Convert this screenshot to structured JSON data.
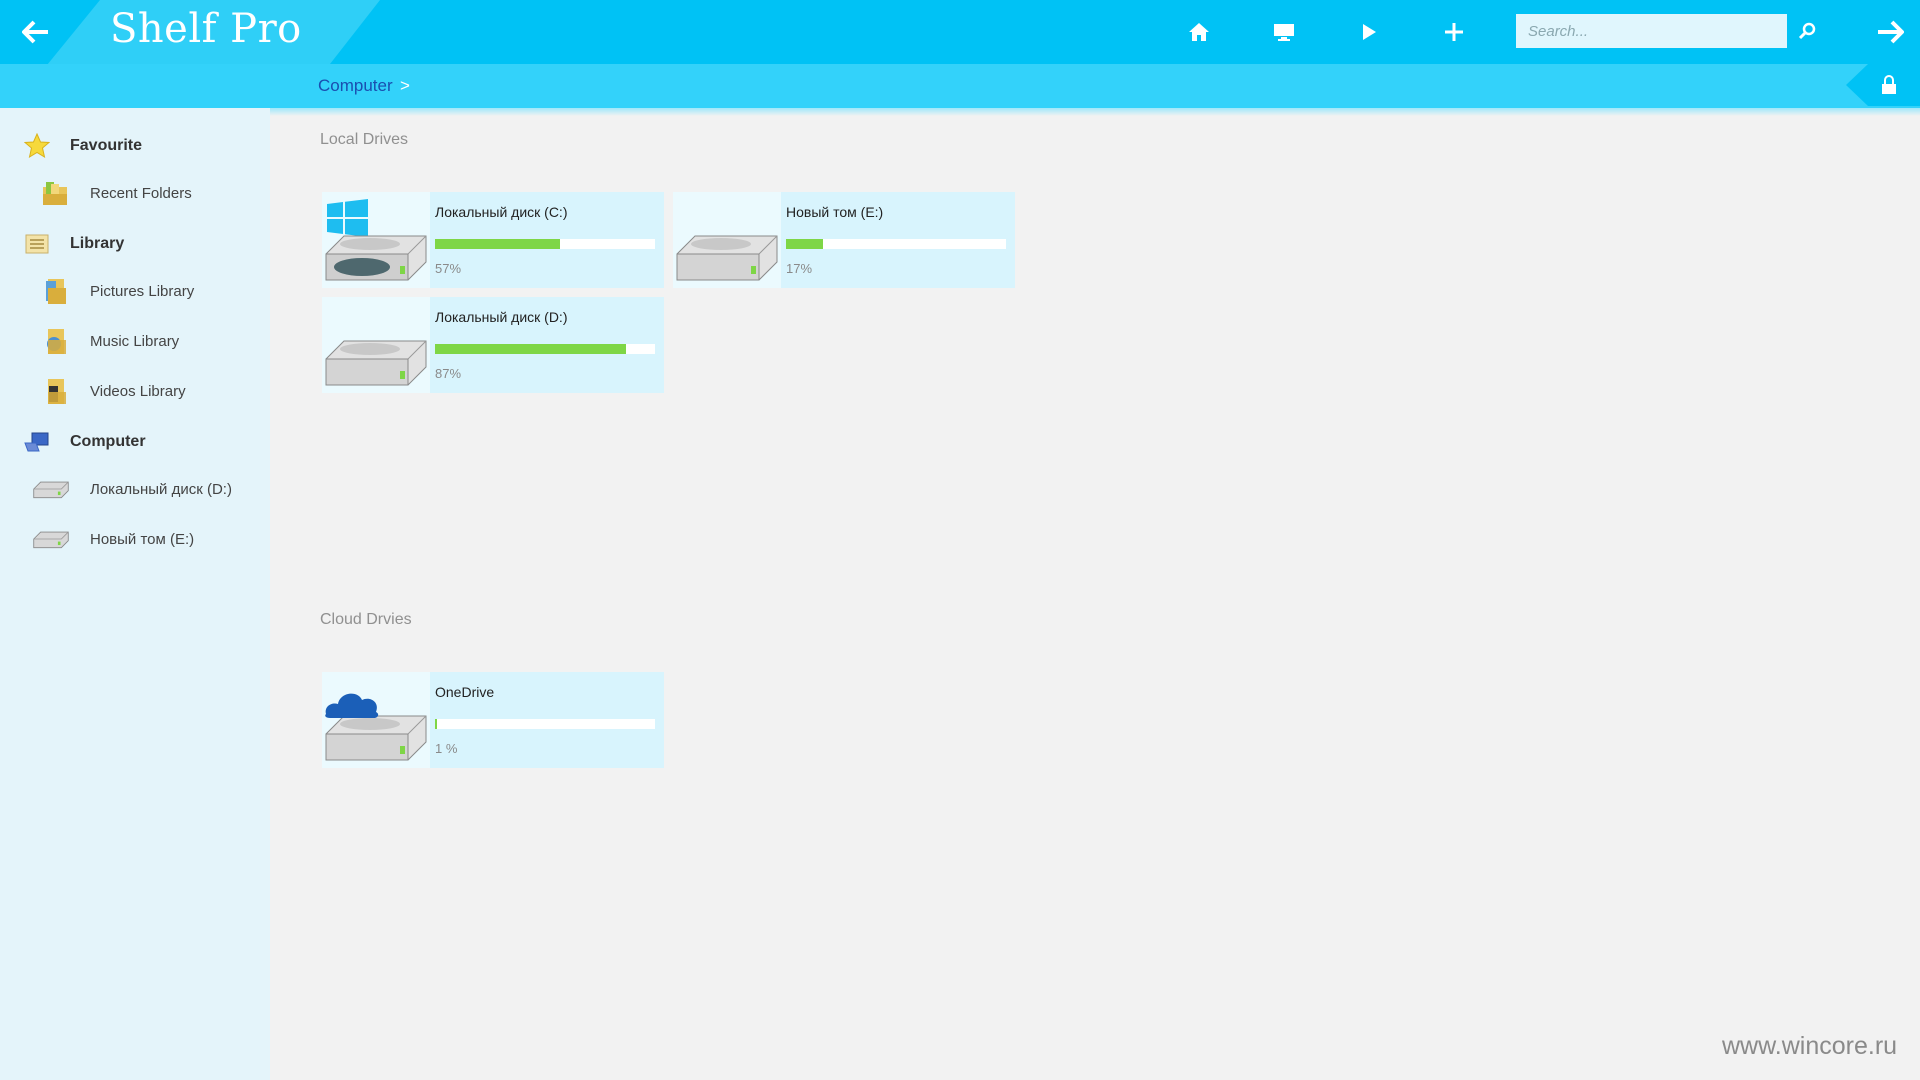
{
  "app": {
    "title": "Shelf Pro",
    "accent_color": "#00c2f5",
    "progress_color": "#7ed646"
  },
  "topbar": {
    "icons": [
      "back-arrow-icon",
      "home-icon",
      "monitor-icon",
      "play-icon",
      "plus-icon",
      "search-icon",
      "forward-arrow-icon"
    ],
    "search_placeholder": "Search..."
  },
  "breadcrumb": {
    "items": [
      {
        "label": "Computer"
      }
    ],
    "separator": ">"
  },
  "sidebar": {
    "groups": [
      {
        "label": "Favourite",
        "icon": "star-icon",
        "items": [
          {
            "label": "Recent Folders",
            "icon": "recent-folders-icon"
          }
        ]
      },
      {
        "label": "Library",
        "icon": "library-icon",
        "items": [
          {
            "label": "Pictures Library",
            "icon": "pictures-folder-icon"
          },
          {
            "label": "Music Library",
            "icon": "music-folder-icon"
          },
          {
            "label": "Videos Library",
            "icon": "videos-folder-icon"
          }
        ]
      },
      {
        "label": "Computer",
        "icon": "computer-icon",
        "items": [
          {
            "label": "Локальный диск (D:)",
            "icon": "hard-drive-icon"
          },
          {
            "label": "Новый том (E:)",
            "icon": "hard-drive-icon"
          }
        ]
      }
    ]
  },
  "sections": [
    {
      "title": "Local Drives",
      "drives": [
        {
          "name": "Локальный диск (C:)",
          "percent_text": "57%",
          "used_fraction": 0.57,
          "icon": "windows-hard-drive-icon"
        },
        {
          "name": "Новый том (E:)",
          "percent_text": "17%",
          "used_fraction": 0.17,
          "icon": "hard-drive-icon"
        },
        {
          "name": "Локальный диск (D:)",
          "percent_text": "87%",
          "used_fraction": 0.87,
          "icon": "hard-drive-icon"
        }
      ]
    },
    {
      "title": "Cloud Drvies",
      "drives": [
        {
          "name": "OneDrive",
          "percent_text": "1  %",
          "used_fraction": 0.01,
          "icon": "onedrive-hard-drive-icon"
        }
      ]
    }
  ],
  "watermark": "www.wincore.ru"
}
